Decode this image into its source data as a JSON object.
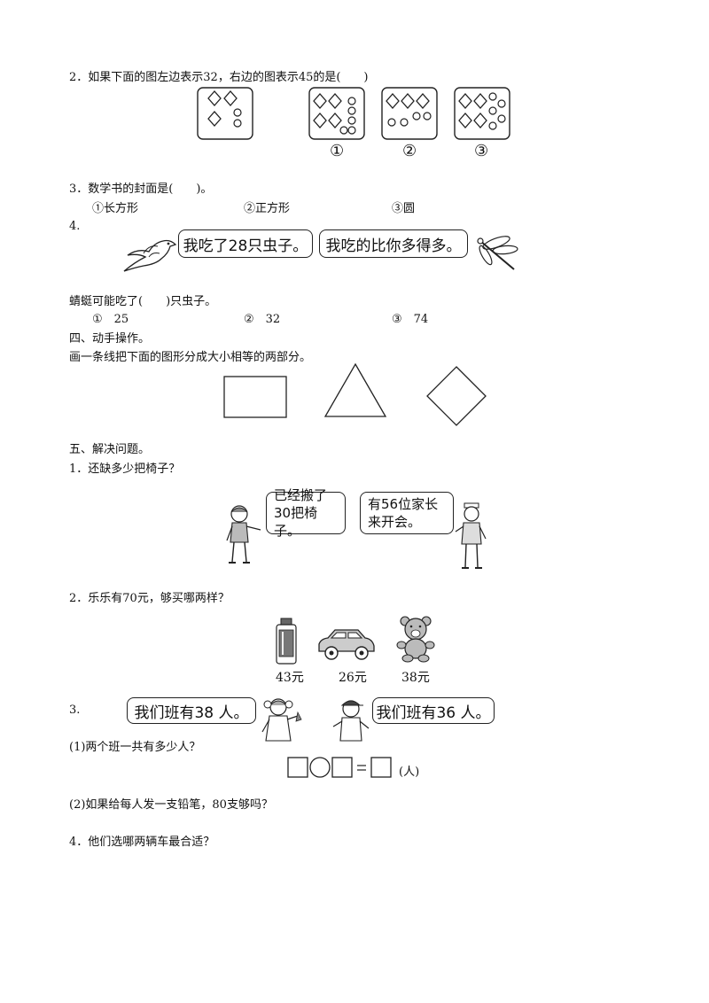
{
  "q2": {
    "text": "2．如果下面的图左边表示32，右边的图表示45的是(　　)",
    "options": [
      "①",
      "②",
      "③"
    ]
  },
  "q3": {
    "text": "3．数学书的封面是(　　)。",
    "options": [
      "①长方形",
      "②正方形",
      "③圆"
    ]
  },
  "q4": {
    "number": "4.",
    "bird_says": "我吃了28只虫子。",
    "dragonfly_says": "我吃的比你多得多。",
    "text": "蜻蜓可能吃了(　　)只虫子。",
    "options": [
      "①　25",
      "②　32",
      "③　74"
    ]
  },
  "section4": {
    "title": "四、动手操作。",
    "instruction": "画一条线把下面的图形分成大小相等的两部分。"
  },
  "section5": {
    "title": "五、解决问题。",
    "p1": {
      "question": "1．还缺多少把椅子？",
      "boy_line1": "已经搬了",
      "boy_line2": "30把椅子。",
      "man_line1": "有56位家长",
      "man_line2": "来开会。"
    },
    "p2": {
      "question": "2．乐乐有70元，够买哪两样？",
      "prices": [
        "43元",
        "26元",
        "38元"
      ]
    },
    "p3": {
      "number": "3.",
      "girl_says": "我们班有38 人。",
      "boy_says": "我们班有36 人。",
      "sub1": "(1)两个班一共有多少人？",
      "unit": "(人)",
      "sub2": "(2)如果给每人发一支铅笔，80支够吗？"
    },
    "p4": {
      "question": "4．他们选哪两辆车最合适？"
    }
  }
}
